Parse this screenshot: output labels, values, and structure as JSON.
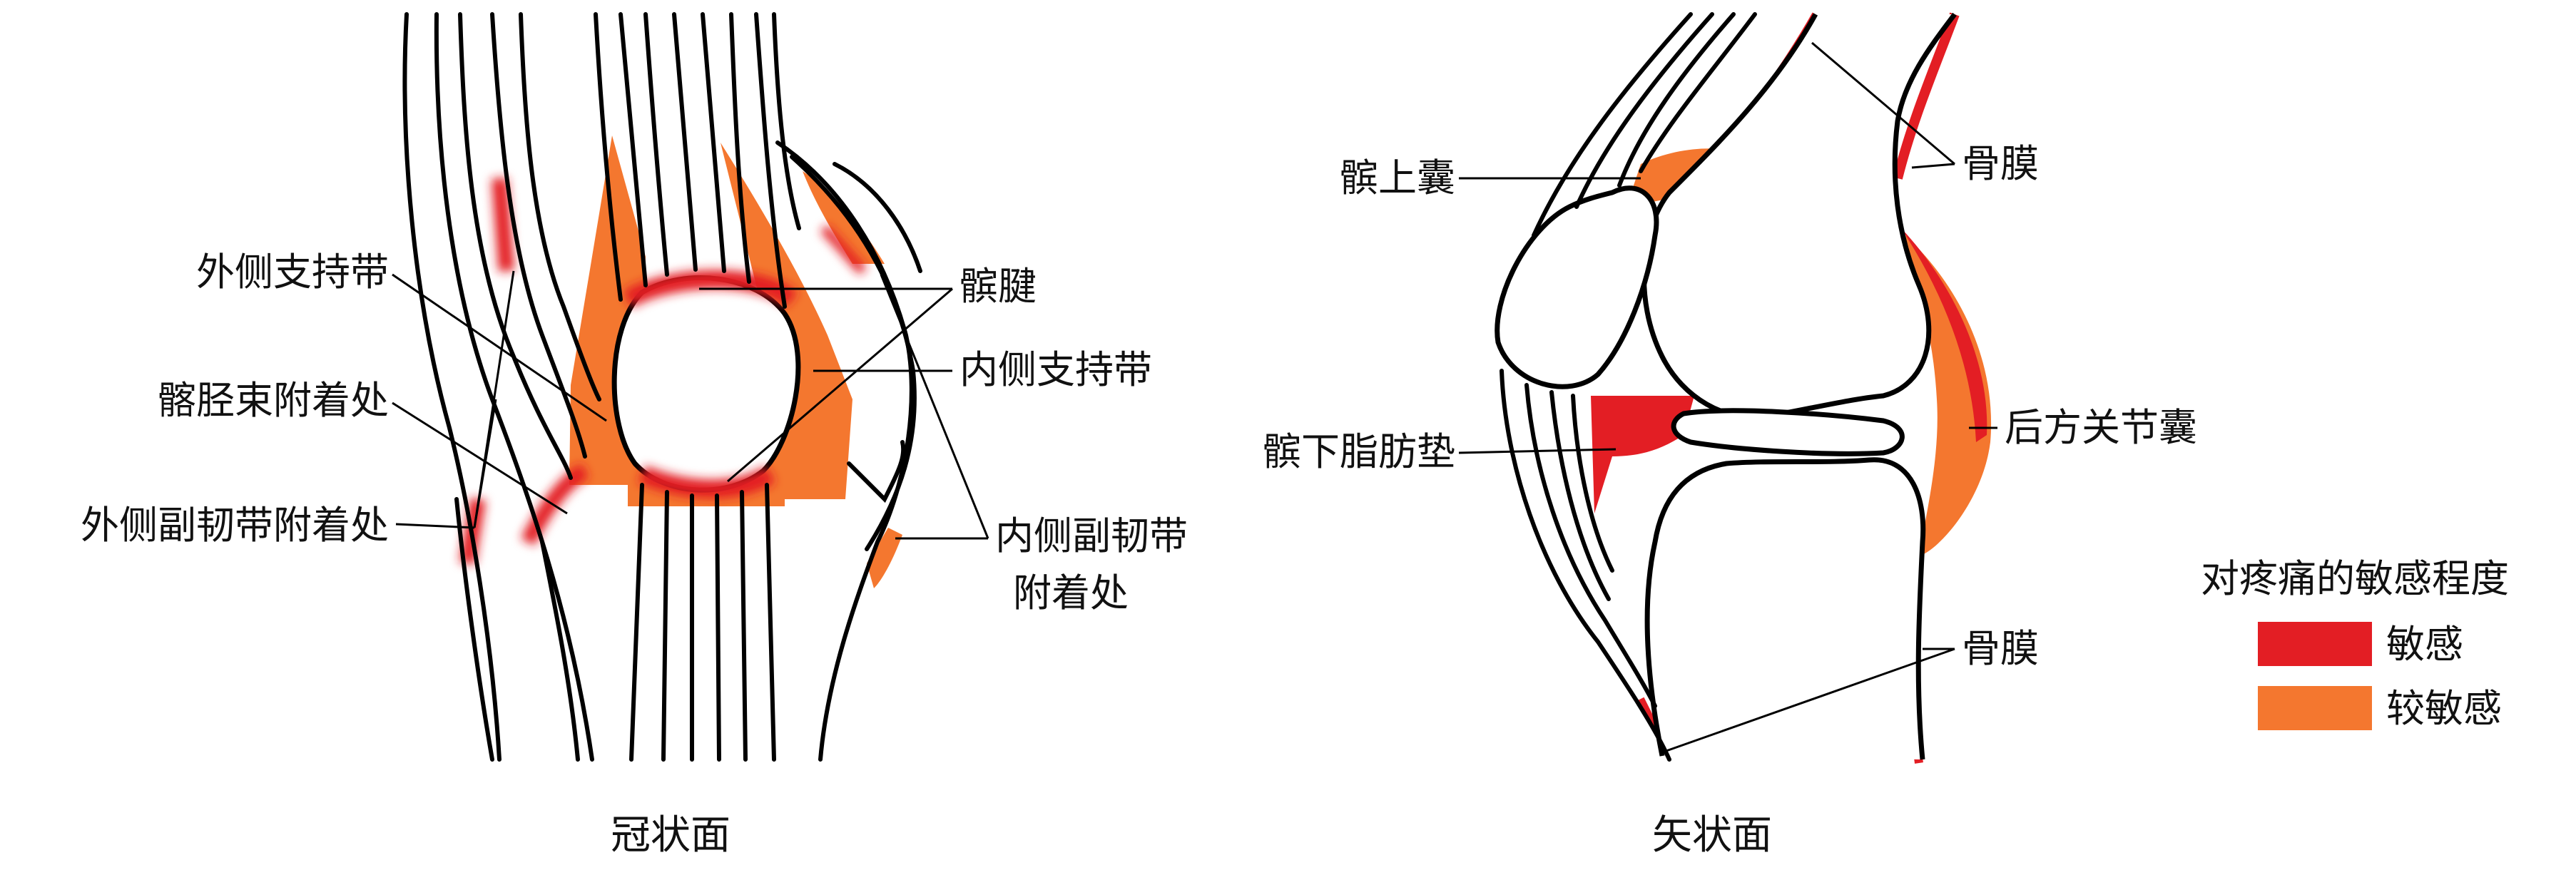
{
  "colors": {
    "sensitive": "#e31e24",
    "less_sensitive": "#f4772f",
    "line": "#000000",
    "background": "#ffffff"
  },
  "coronal": {
    "caption": "冠状面",
    "labels": {
      "lateral_retinaculum": "外侧支持带",
      "iliotibial_attachment": "髂胫束附着处",
      "lateral_collateral_attachment": "外侧副韧带附着处",
      "patellar_tendon": "髌腱",
      "medial_retinaculum": "内侧支持带",
      "medial_collateral_line1": "内侧副韧带",
      "medial_collateral_line2": "附着处"
    }
  },
  "sagittal": {
    "caption": "矢状面",
    "labels": {
      "suprapatellar_bursa": "髌上囊",
      "periosteum_top": "骨膜",
      "infrapatellar_fat_pad": "髌下脂肪垫",
      "posterior_capsule": "后方关节囊",
      "periosteum_bottom": "骨膜"
    }
  },
  "legend": {
    "title": "对疼痛的敏感程度",
    "items": [
      {
        "label": "敏感",
        "color": "#e31e24"
      },
      {
        "label": "较敏感",
        "color": "#f4772f"
      }
    ]
  }
}
